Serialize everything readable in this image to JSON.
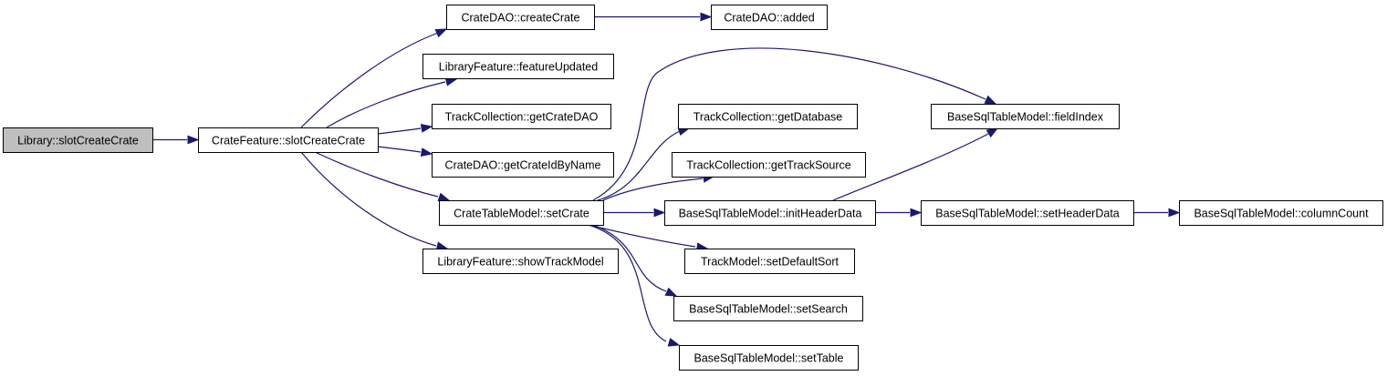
{
  "diagram": {
    "type": "call-graph",
    "colors": {
      "edge": "#191970",
      "node_fill": "#ffffff",
      "root_fill": "#bfbfbf",
      "node_border": "#000000"
    },
    "nodes": [
      {
        "id": "library_slot",
        "label": "Library::slotCreateCrate",
        "root": true
      },
      {
        "id": "cf_slot",
        "label": "CrateFeature::slotCreateCrate"
      },
      {
        "id": "dao_create",
        "label": "CrateDAO::createCrate"
      },
      {
        "id": "dao_added",
        "label": "CrateDAO::added"
      },
      {
        "id": "lf_updated",
        "label": "LibraryFeature::featureUpdated"
      },
      {
        "id": "tc_getdao",
        "label": "TrackCollection::getCrateDAO"
      },
      {
        "id": "dao_getid",
        "label": "CrateDAO::getCrateIdByName"
      },
      {
        "id": "ctm_setcrate",
        "label": "CrateTableModel::setCrate"
      },
      {
        "id": "lf_show",
        "label": "LibraryFeature::showTrackModel"
      },
      {
        "id": "tc_getdb",
        "label": "TrackCollection::getDatabase"
      },
      {
        "id": "tc_getsrc",
        "label": "TrackCollection::getTrackSource"
      },
      {
        "id": "bstm_init",
        "label": "BaseSqlTableModel::initHeaderData"
      },
      {
        "id": "tm_sort",
        "label": "TrackModel::setDefaultSort"
      },
      {
        "id": "bstm_search",
        "label": "BaseSqlTableModel::setSearch"
      },
      {
        "id": "bstm_table",
        "label": "BaseSqlTableModel::setTable"
      },
      {
        "id": "bstm_field",
        "label": "BaseSqlTableModel::fieldIndex"
      },
      {
        "id": "bstm_header",
        "label": "BaseSqlTableModel::setHeaderData"
      },
      {
        "id": "bstm_count",
        "label": "BaseSqlTableModel::columnCount"
      }
    ],
    "edges": [
      {
        "from": "library_slot",
        "to": "cf_slot"
      },
      {
        "from": "cf_slot",
        "to": "dao_create"
      },
      {
        "from": "cf_slot",
        "to": "lf_updated"
      },
      {
        "from": "cf_slot",
        "to": "tc_getdao"
      },
      {
        "from": "cf_slot",
        "to": "dao_getid"
      },
      {
        "from": "cf_slot",
        "to": "ctm_setcrate"
      },
      {
        "from": "cf_slot",
        "to": "lf_show"
      },
      {
        "from": "dao_create",
        "to": "dao_added"
      },
      {
        "from": "ctm_setcrate",
        "to": "bstm_field"
      },
      {
        "from": "ctm_setcrate",
        "to": "tc_getdb"
      },
      {
        "from": "ctm_setcrate",
        "to": "tc_getsrc"
      },
      {
        "from": "ctm_setcrate",
        "to": "bstm_init"
      },
      {
        "from": "ctm_setcrate",
        "to": "tm_sort"
      },
      {
        "from": "ctm_setcrate",
        "to": "bstm_search"
      },
      {
        "from": "ctm_setcrate",
        "to": "bstm_table"
      },
      {
        "from": "bstm_init",
        "to": "bstm_field"
      },
      {
        "from": "bstm_init",
        "to": "bstm_header"
      },
      {
        "from": "bstm_header",
        "to": "bstm_count"
      }
    ]
  }
}
